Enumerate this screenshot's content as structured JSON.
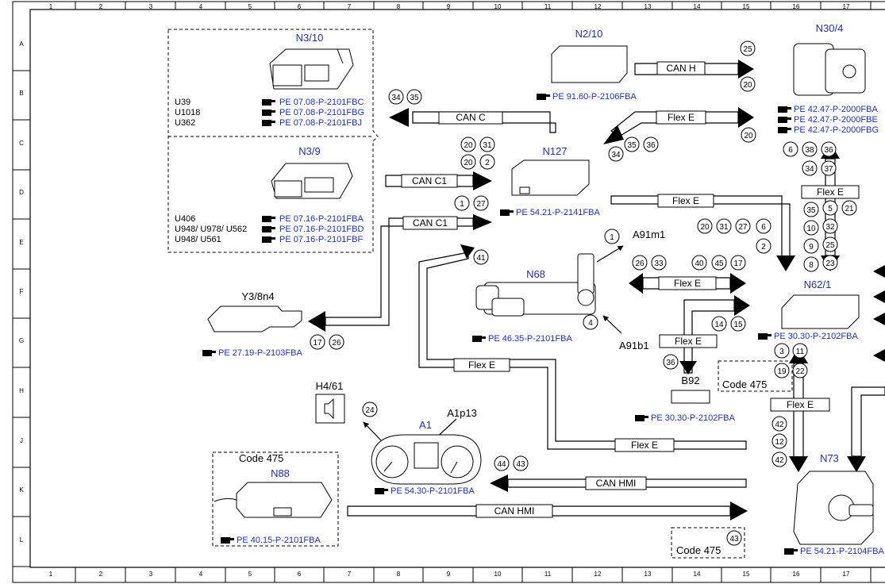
{
  "grid": {
    "columns": [
      "1",
      "2",
      "3",
      "4",
      "5",
      "6",
      "7",
      "8",
      "9",
      "10",
      "11",
      "12",
      "13",
      "14",
      "15",
      "16",
      "17"
    ],
    "rows": [
      "A",
      "B",
      "C",
      "D",
      "E",
      "F",
      "G",
      "H",
      "J",
      "K",
      "L"
    ]
  },
  "components": {
    "n3_10": {
      "name": "N3/10"
    },
    "n3_9": {
      "name": "N3/9"
    },
    "n2_10": {
      "name": "N2/10"
    },
    "n30_4": {
      "name": "N30/4"
    },
    "n127": {
      "name": "N127"
    },
    "n68": {
      "name": "N68"
    },
    "y3_8n4": {
      "name": "Y3/8n4"
    },
    "n62_1": {
      "name": "N62/1"
    },
    "b92": {
      "name": "B92"
    },
    "h4_61": {
      "name": "H4/61"
    },
    "a1": {
      "name": "A1"
    },
    "a1p13": {
      "name": "A1p13"
    },
    "n88": {
      "name": "N88"
    },
    "n73": {
      "name": "N73"
    },
    "a91m1": {
      "name": "A91m1"
    },
    "a91b1": {
      "name": "A91b1"
    }
  },
  "variants": {
    "n3_10": [
      {
        "code": "U39",
        "ref": "PE 07.08-P-2101FBC"
      },
      {
        "code": "U1018",
        "ref": "PE 07.08-P-2101FBG"
      },
      {
        "code": "U362",
        "ref": "PE 07.08-P-2101FBJ"
      }
    ],
    "n3_9": [
      {
        "code": "U406",
        "ref": "PE 07.16-P-2101FBA"
      },
      {
        "code": "U948/ U978/ U562",
        "ref": "PE 07.16-P-2101FBD"
      },
      {
        "code": "U948/ U561",
        "ref": "PE 07.16-P-2101FBF"
      }
    ]
  },
  "refs": {
    "n2_10": "PE 91.60-P-2106FBA",
    "n30_4": [
      "PE 42.47-P-2000FBA",
      "PE 42.47-P-2000FBE",
      "PE 42.47-P-2000FBG"
    ],
    "n127": "PE 54.21-P-2141FBA",
    "y3_8n4": "PE 27.19-P-2103FBA",
    "n68": "PE 46.35-P-2101FBA",
    "n62_1": "PE 30.30-P-2102FBA",
    "b92": "PE 30.30-P-2102FBA",
    "a1": "PE 54.30-P-2101FBA",
    "n88": "PE 40.15-P-2101FBA",
    "n73": "PE 54.21-P-2104FBA"
  },
  "buses": {
    "can_h": "CAN H",
    "can_c": "CAN C",
    "can_c1": "CAN C1",
    "flex_e": "Flex E",
    "can_hmi": "CAN HMI"
  },
  "code_label": "Code 475",
  "circles": [
    "25",
    "20",
    "34",
    "35",
    "20",
    "34",
    "35",
    "36",
    "20",
    "31",
    "20",
    "2",
    "1",
    "27",
    "6",
    "38",
    "36",
    "34",
    "37",
    "35",
    "10",
    "9",
    "8",
    "5",
    "32",
    "25",
    "23",
    "21",
    "20",
    "31",
    "27",
    "6",
    "2",
    "1",
    "41",
    "26",
    "33",
    "40",
    "45",
    "17",
    "14",
    "15",
    "4",
    "17",
    "26",
    "36",
    "3",
    "11",
    "19",
    "22",
    "24",
    "44",
    "43",
    "42",
    "12",
    "42",
    "43",
    "22"
  ]
}
